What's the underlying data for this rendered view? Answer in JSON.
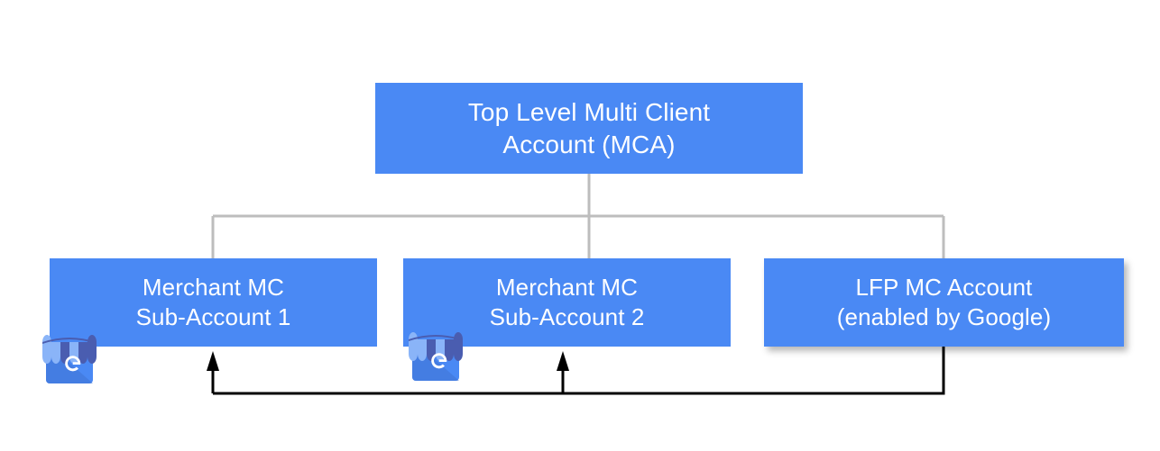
{
  "diagram": {
    "title_node": {
      "line1": "Top Level Multi Client",
      "line2": "Account (MCA)"
    },
    "children": [
      {
        "id": "merchant-sub-account-1",
        "line1": "Merchant MC",
        "line2": "Sub-Account 1",
        "icon": "google-my-business-storefront-icon"
      },
      {
        "id": "merchant-sub-account-2",
        "line1": "Merchant MC",
        "line2": "Sub-Account 2",
        "icon": "google-my-business-storefront-icon"
      },
      {
        "id": "lfp-mc-account",
        "line1": "LFP MC Account",
        "line2": "(enabled by Google)",
        "icon": null
      }
    ],
    "colors": {
      "node_fill": "#4a89f4",
      "node_text": "#ffffff",
      "hierarchy_connector": "#bdbdbd",
      "flow_arrow": "#000000",
      "background": "#ffffff",
      "icon_roof_light": "#8ab4f8",
      "icon_roof_dark": "#4a5db0",
      "icon_body": "#4a89f4",
      "icon_shadow": "#3f72d4",
      "icon_glyph": "#ffffff"
    },
    "icon_glyph_letter": "G"
  }
}
